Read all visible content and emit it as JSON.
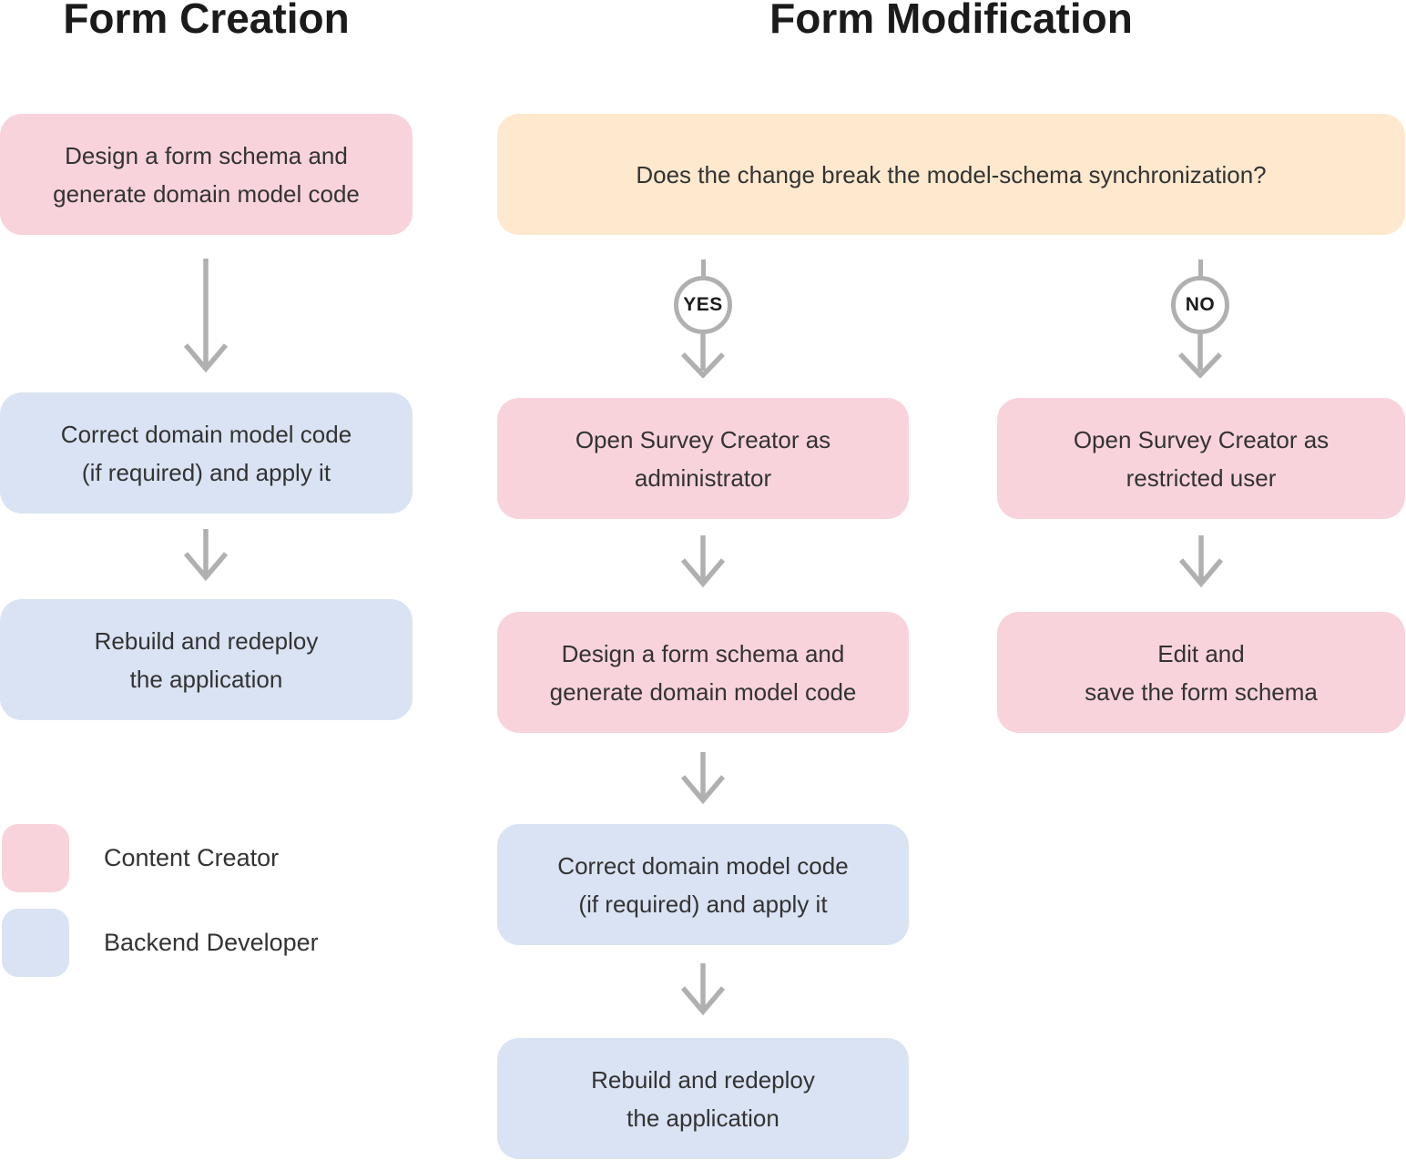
{
  "colors": {
    "pink": "#f8d3dc",
    "blue": "#d9e3f3",
    "orange": "#fee8ce",
    "arrow": "#b0b0b0",
    "title": "#1b1b1b",
    "text": "#333333"
  },
  "header": {
    "form_creation_title": "Form Creation",
    "form_modification_title": "Form Modification"
  },
  "form_creation": {
    "steps": [
      {
        "color": "pink",
        "lines": [
          "Design a form schema and",
          "generate domain model code"
        ]
      },
      {
        "color": "blue",
        "lines": [
          "Correct domain model code",
          "(if required) and apply it"
        ]
      },
      {
        "color": "blue",
        "lines": [
          "Rebuild and redeploy",
          "the application"
        ]
      }
    ]
  },
  "form_modification": {
    "decision": {
      "question": "Does the change break the model-schema synchronization?",
      "yes_label": "YES",
      "no_label": "NO"
    },
    "yes_branch": {
      "steps": [
        {
          "color": "pink",
          "lines": [
            "Open Survey Creator as",
            "administrator"
          ]
        },
        {
          "color": "pink",
          "lines": [
            "Design a form schema and",
            "generate domain model code"
          ]
        },
        {
          "color": "blue",
          "lines": [
            "Correct domain model code",
            "(if required) and apply it"
          ]
        },
        {
          "color": "blue",
          "lines": [
            "Rebuild and redeploy",
            "the application"
          ]
        }
      ]
    },
    "no_branch": {
      "steps": [
        {
          "color": "pink",
          "lines": [
            "Open Survey Creator as",
            "restricted user"
          ]
        },
        {
          "color": "pink",
          "lines": [
            "Edit and",
            "save the form schema"
          ]
        }
      ]
    }
  },
  "legend": {
    "items": [
      {
        "color": "pink",
        "label": "Content Creator"
      },
      {
        "color": "blue",
        "label": "Backend Developer"
      }
    ]
  }
}
